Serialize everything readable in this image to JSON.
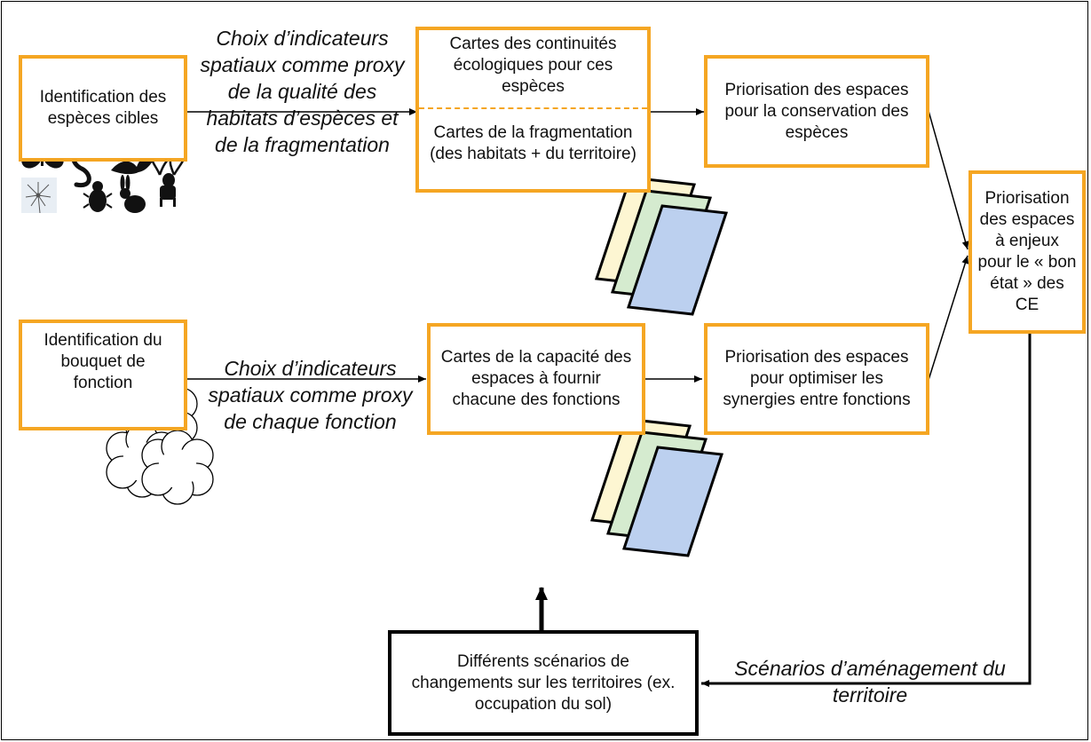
{
  "boxes": {
    "species_id": "Identification des espèces cibles",
    "maps_continuity": "Cartes des continuités écologiques pour ces espèces",
    "maps_fragmentation": "Cartes de la fragmentation (des habitats + du territoire)",
    "prio_species": "Priorisation des espaces pour la conservation des espèces",
    "prio_stakes": "Priorisation des espaces à enjeux pour le « bon état » des CE",
    "function_id": "Identification du bouquet de fonction",
    "maps_capacity": "Cartes de la capacité des espaces à fournir chacune des fonctions",
    "prio_synergy": "Priorisation des espaces pour optimiser les synergies entre fonctions",
    "scenarios": "Différents scénarios de changements sur les territoires (ex. occupation du sol)"
  },
  "edge_labels": {
    "spatial_indicators_species": "Choix d’indicateurs spatiaux comme proxy de la qualité des habitats d’espèces et de la fragmentation",
    "spatial_indicators_functions": "Choix d’indicateurs spatiaux comme proxy de chaque fonction",
    "planning_scenarios": "Scénarios d’aménagement du territoire"
  },
  "colors": {
    "box_border": "#f5a623",
    "layer_yellow": "#fdf6d2",
    "layer_green": "#d5ebcf",
    "layer_blue": "#bcd0ef"
  }
}
